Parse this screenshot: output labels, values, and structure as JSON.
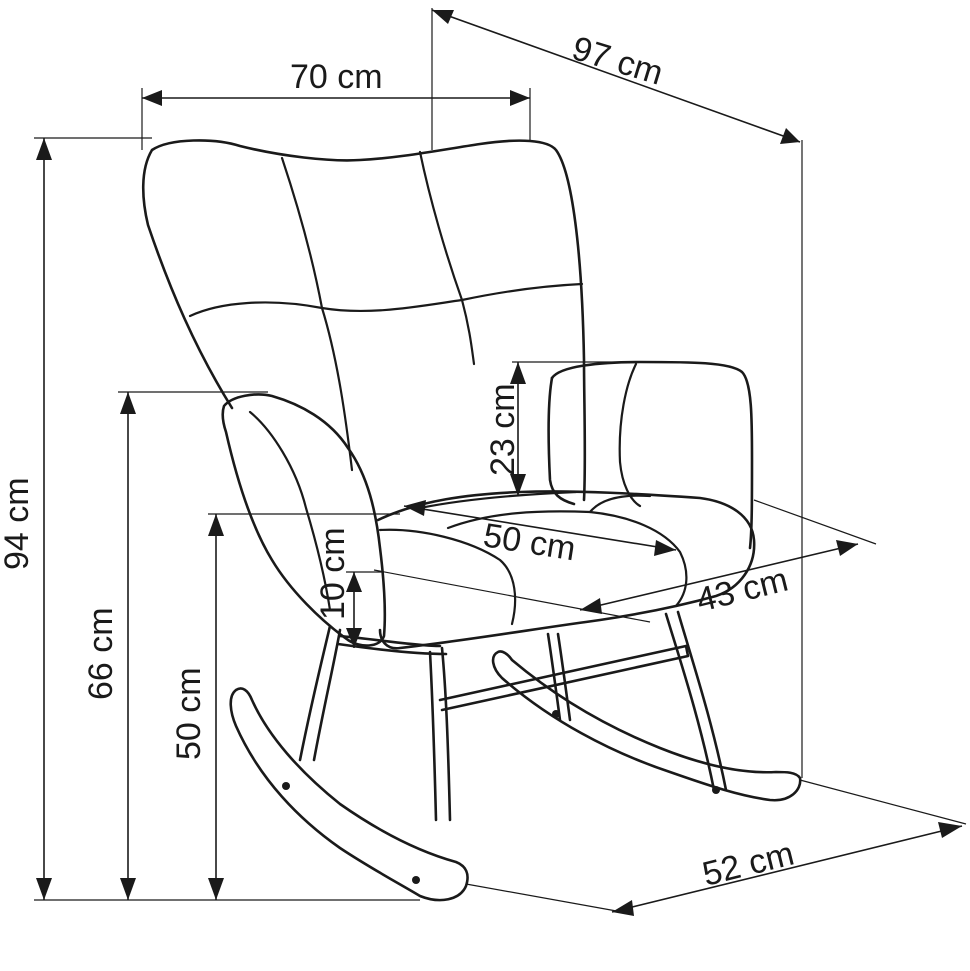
{
  "diagram": {
    "subject": "rocking chair with tufted upholstery",
    "line_color": "#1a1a1a",
    "background_color": "#ffffff",
    "dimensions": {
      "width": "70 cm",
      "depth": "97 cm",
      "height": "94 cm",
      "armrest_height": "66 cm",
      "seat_height": "50 cm",
      "seat_width": "50 cm",
      "seat_depth": "43 cm",
      "armrest_cushion_height": "23 cm",
      "seat_cushion_thickness": "10 cm",
      "base_width": "52 cm"
    }
  }
}
